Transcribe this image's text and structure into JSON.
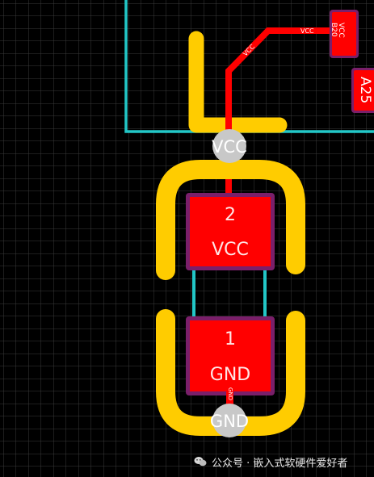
{
  "pads": {
    "top": {
      "number": "2",
      "net": "VCC"
    },
    "bottom": {
      "number": "1",
      "net": "GND"
    }
  },
  "vias": {
    "top_label": "VCC",
    "bottom_label": "GND"
  },
  "nets": {
    "vcc_trace_label": "VCC",
    "vcc_pin_label": "VCC",
    "gnd_trace_label": "GND"
  },
  "components": {
    "top_right_pad_net": "VCC",
    "top_right_pad_pin": "B20",
    "right_pad_label": "A25"
  },
  "watermark": {
    "icon": "wechat-icon",
    "text": "公众号 · 嵌入式软硬件爱好者"
  },
  "colors": {
    "background": "#000000",
    "grid": "#3a3a3a",
    "copper_top": "#ff0000",
    "solder_mask": "#7a1f6a",
    "silkscreen": "#ffcc00",
    "board_outline": "#22c7c7",
    "via": "#c8c8c8"
  }
}
